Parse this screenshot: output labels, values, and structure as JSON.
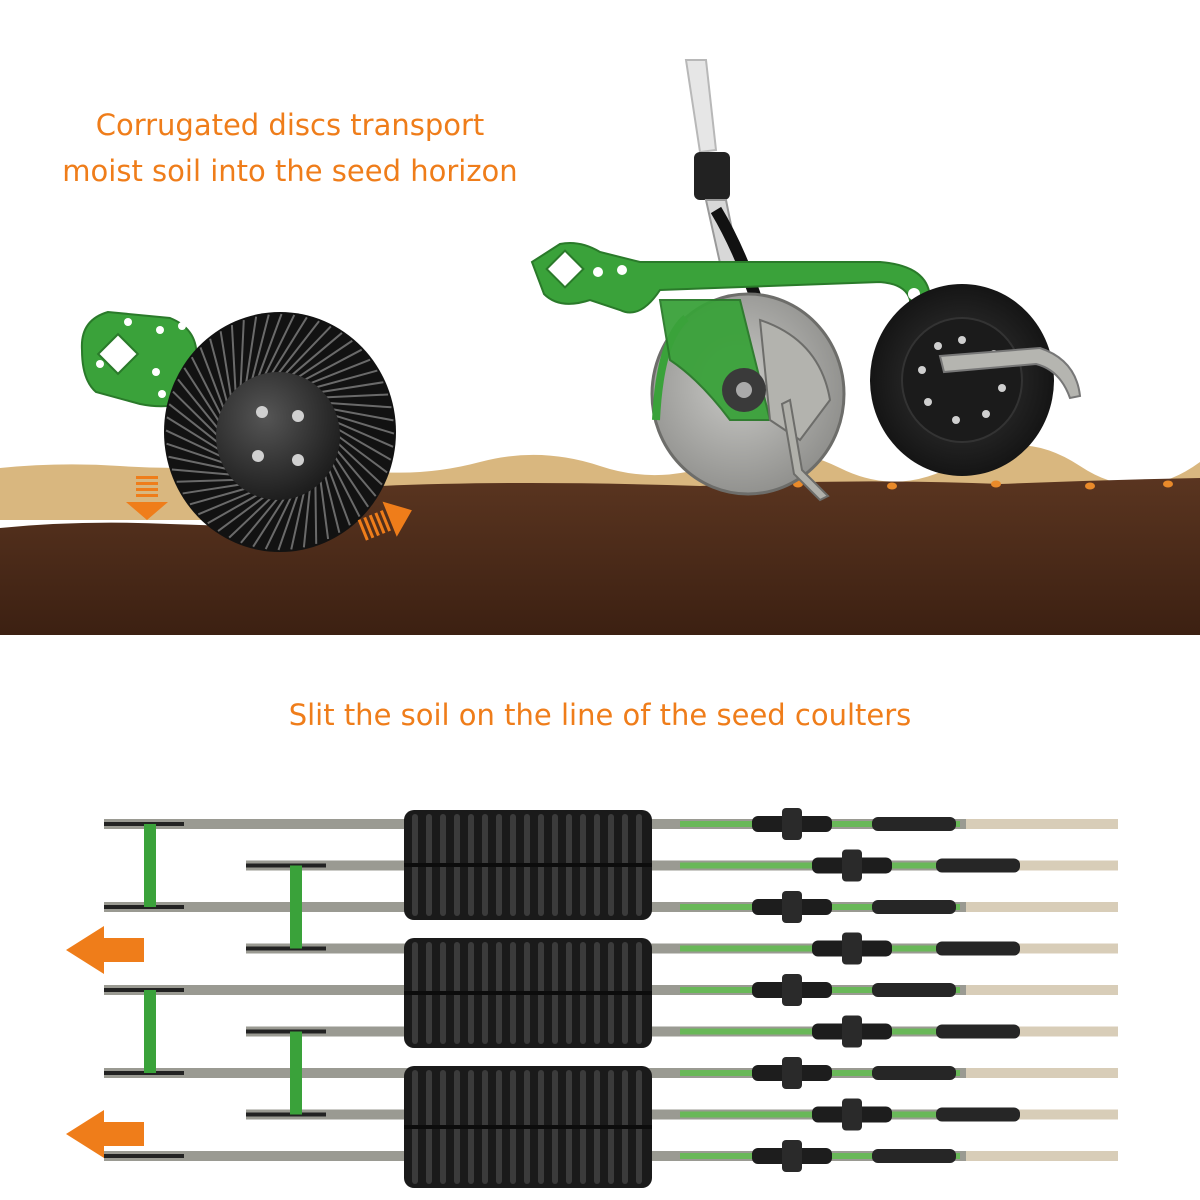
{
  "captions": {
    "top_line1": "Corrugated discs transport",
    "top_line2": "moist soil into the seed horizon",
    "bottom": "Slit the soil on the line of the seed coulters"
  },
  "colors": {
    "caption": "#ef7d1a",
    "arrow": "#ef7d1a",
    "frame_green": "#3aa23a",
    "topsoil": "#d9b77f",
    "subsoil": "#4a2a16",
    "disc": "#1e1e1e",
    "steel": "#9a9a92"
  },
  "icons": {
    "flow_arrow": "arrow-left-icon",
    "soil_arrow": "arrow-down-icon"
  }
}
